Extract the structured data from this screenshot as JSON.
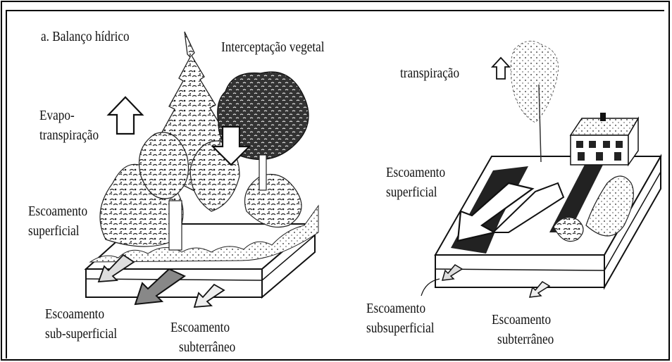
{
  "figure": {
    "title": "a. Balanço hídrico",
    "left": {
      "interception": "Interceptação vegetal",
      "evapotranspiration_line1": "Evapo-",
      "evapotranspiration_line2": "transpiração",
      "surface_runoff_line1": "Escoamento",
      "surface_runoff_line2": "superficial",
      "subsurface_line1": "Escoamento",
      "subsurface_line2": "sub-superficial",
      "groundwater_line1": "Escoamento",
      "groundwater_line2": "subterrâneo"
    },
    "right": {
      "transpiration": "transpiração",
      "surface_runoff_line1": "Escoamento",
      "surface_runoff_line2": "superficial",
      "subsurface_line1": "Escoamento",
      "subsurface_line2": "subsuperficial",
      "groundwater_line1": "Escoamento",
      "groundwater_line2": "subterrâneo"
    }
  }
}
